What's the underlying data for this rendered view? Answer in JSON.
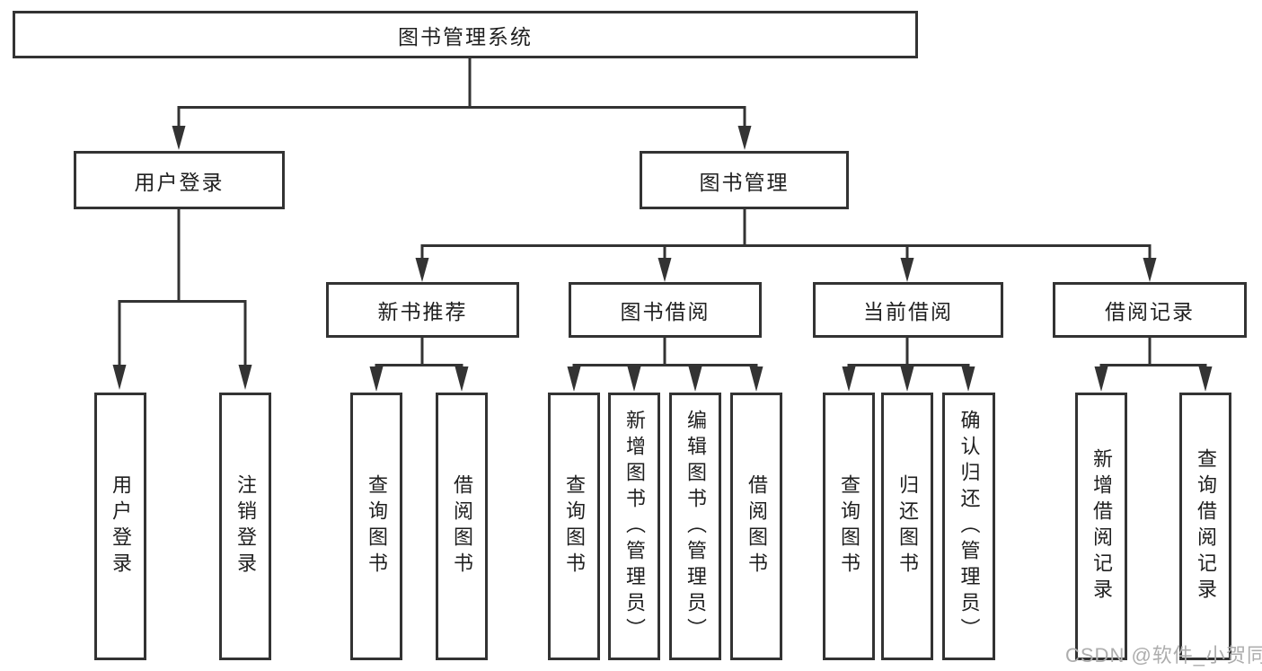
{
  "diagram": {
    "title": "图书管理系统",
    "branches": [
      {
        "label": "用户登录",
        "children": [
          {
            "label": "用户登录"
          },
          {
            "label": "注销登录"
          }
        ]
      },
      {
        "label": "图书管理",
        "children": [
          {
            "label": "新书推荐",
            "children": [
              {
                "label": "查询图书"
              },
              {
                "label": "借阅图书"
              }
            ]
          },
          {
            "label": "图书借阅",
            "children": [
              {
                "label": "查询图书"
              },
              {
                "label": "新增图书（管理员）"
              },
              {
                "label": "编辑图书（管理员）"
              },
              {
                "label": "借阅图书"
              }
            ]
          },
          {
            "label": "当前借阅",
            "children": [
              {
                "label": "查询图书"
              },
              {
                "label": "归还图书"
              },
              {
                "label": "确认归还（管理员）"
              }
            ]
          },
          {
            "label": "借阅记录",
            "children": [
              {
                "label": "新增借阅记录"
              },
              {
                "label": "查询借阅记录"
              }
            ]
          }
        ]
      }
    ]
  },
  "watermark": "CSDN @软件_小贺同学",
  "colors": {
    "line": "#333333",
    "box_border": "#333333",
    "text": "#1f1f1f",
    "watermark": "#adadad",
    "background": "#ffffff"
  }
}
